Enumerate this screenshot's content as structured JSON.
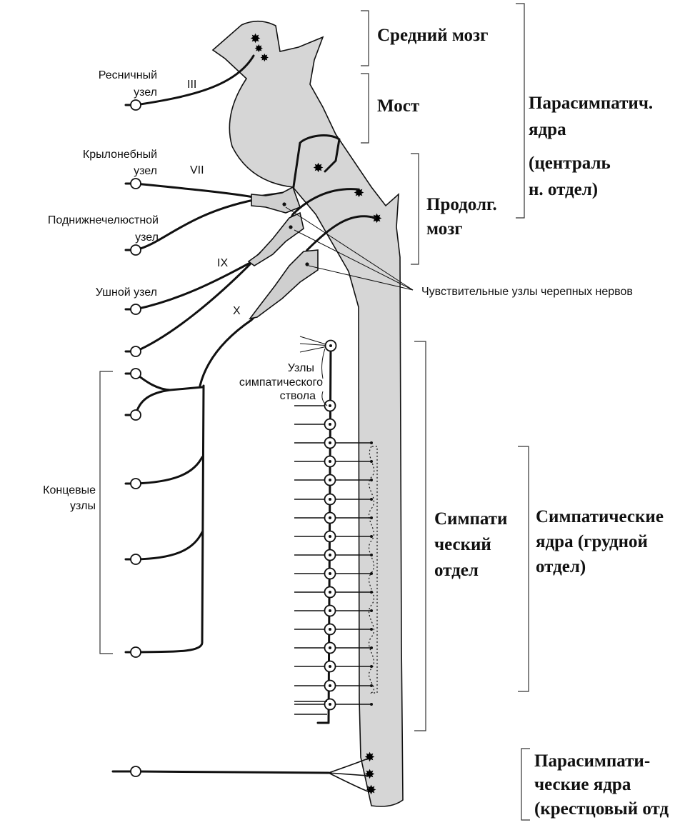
{
  "labels": {
    "ciliary": [
      "Ресничный",
      "узел"
    ],
    "pterygopalatine": [
      "Крылонебный",
      "узел"
    ],
    "submandibular": [
      "Поднижнечелюстной",
      "узел"
    ],
    "otic": "Ушной узел",
    "terminal": [
      "Концевые",
      "узлы"
    ],
    "sympathetic_trunk": [
      "Узлы",
      "симпатического",
      "ствола"
    ],
    "sensory": "Чувствительные узлы черепных нервов",
    "nerve_III": "III",
    "nerve_VII": "VII",
    "nerve_IX": "IX",
    "nerve_X": "X"
  },
  "regions": {
    "midbrain": "Средний мозг",
    "pons": "Мост",
    "medulla": [
      "Продолг.",
      "мозг"
    ],
    "parasym_central": [
      "Парасимпатич.",
      "ядра",
      "(централь",
      "н. отдел)"
    ],
    "sympathetic_division": [
      "Симпати",
      "ческий",
      "отдел"
    ],
    "sympathetic_nuclei": [
      "Симпатические",
      "ядра (грудной",
      "отдел)"
    ],
    "parasym_sacral": [
      "Парасимпати-",
      "ческие ядра",
      "(крестцовый отд"
    ]
  },
  "colors": {
    "tissue": "#d6d6d6",
    "ink": "#111111",
    "background": "#ffffff"
  }
}
